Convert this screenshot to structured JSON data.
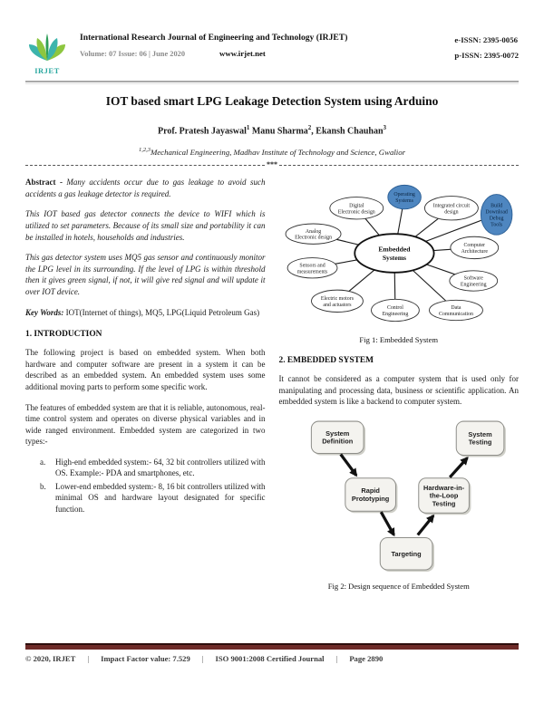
{
  "header": {
    "logo_text": "IRJET",
    "journal_title": "International Research Journal of Engineering and Technology (IRJET)",
    "volume_line": "Volume: 07 Issue: 06 | June 2020",
    "website": "www.irjet.net",
    "eissn": "e-ISSN: 2395-0056",
    "pissn": "p-ISSN: 2395-0072"
  },
  "title_block": {
    "paper_title": "IOT based smart LPG Leakage Detection System using Arduino",
    "authors": {
      "a1": "Prof. Pratesh Jayaswal",
      "s1": "1",
      "a2": " Manu Sharma",
      "s2": "2",
      "a3": ", Ekansh Chauhan",
      "s3": "3"
    },
    "affiliation_sup": "1,2,3",
    "affiliation": "Mechanical Engineering, Madhav Institute of Technology and Science, Gwalior",
    "separator_stars": "***"
  },
  "abstract": {
    "label": "Abstract -",
    "p1": "Many accidents occur due to gas leakage to avoid such accidents a gas leakage detector is required.",
    "p2": "This IOT based gas detector connects the device to WIFI which is utilized to set parameters. Because of its small size and portability it can be installed in hotels, households and industries.",
    "p3": "This gas detector system uses MQ5 gas sensor and continuously monitor the LPG level in its surrounding. If the level of LPG is within threshold then it gives green signal, if not, it will give red signal and will update it over IOT device.",
    "keywords_label": "Key Words:",
    "keywords": "IOT(Internet of things), MQ5, LPG(Liquid Petroleum Gas)"
  },
  "introduction": {
    "heading": "1. INTRODUCTION",
    "p1": "The following project is based on embedded system. When both hardware and computer software are present in a system it can be described as an embedded system. An embedded system uses some additional moving parts to perform some specific work.",
    "p2": "The features of embedded system are that it is reliable, autonomous, real-time control system and operates on diverse physical variables and in wide ranged environment. Embedded system are categorized in two types:-",
    "list": [
      {
        "marker": "a.",
        "text": "High-end embedded system:- 64, 32 bit controllers utilized with OS. Example:- PDA and smartphones, etc."
      },
      {
        "marker": "b.",
        "text": "Lower-end embedded system:- 8, 16 bit controllers utilized with minimal OS and hardware layout designated for specific function."
      }
    ]
  },
  "embedded_system": {
    "heading": "2. EMBEDDED SYSTEM",
    "p1": "It cannot be considered as a computer system that is used only for manipulating and processing data, business or scientific application. An embedded system is like a backend to computer system."
  },
  "fig1": {
    "caption": "Fig 1: Embedded System",
    "accent_color": "#4e86c0",
    "center_lines": [
      "Embedded",
      "Systems"
    ],
    "nodes": [
      {
        "lines": [
          "Digital",
          "Electronic design"
        ],
        "filled": false
      },
      {
        "lines": [
          "Operating",
          "Systems"
        ],
        "filled": true
      },
      {
        "lines": [
          "Integrated circuit",
          "design"
        ],
        "filled": false
      },
      {
        "lines": [
          "Build",
          "Download",
          "Debug",
          "Tools"
        ],
        "filled": true
      },
      {
        "lines": [
          "Computer",
          "Architecture"
        ],
        "filled": false
      },
      {
        "lines": [
          "Software",
          "Engineering"
        ],
        "filled": false
      },
      {
        "lines": [
          "Data",
          "Communication"
        ],
        "filled": false
      },
      {
        "lines": [
          "Control",
          "Engineering"
        ],
        "filled": false
      },
      {
        "lines": [
          "Electric motors",
          "and actuators"
        ],
        "filled": false
      },
      {
        "lines": [
          "Sensors and",
          "measurements"
        ],
        "filled": false
      },
      {
        "lines": [
          "Analog",
          "Electronic design"
        ],
        "filled": false
      }
    ]
  },
  "fig2": {
    "caption": "Fig 2: Design sequence of Embedded System",
    "steps": [
      {
        "lines": [
          "System",
          "Definition"
        ]
      },
      {
        "lines": [
          "Rapid",
          "Prototyping"
        ]
      },
      {
        "lines": [
          "Targeting"
        ]
      },
      {
        "lines": [
          "Hardware-in-",
          "the-Loop",
          "Testing"
        ]
      },
      {
        "lines": [
          "System",
          "Testing"
        ]
      }
    ]
  },
  "footer": {
    "copyright": "© 2020, IRJET",
    "separator": "|",
    "impact": "Impact Factor value: 7.529",
    "iso": "ISO 9001:2008 Certified Journal",
    "page": "Page 2890",
    "bar_color": "#6e2b28"
  },
  "colors": {
    "logo_green": "#8dc63f",
    "logo_teal": "#3cb4ac",
    "figure_accent_blue": "#4e86c0",
    "footer_maroon": "#6e2b28"
  }
}
